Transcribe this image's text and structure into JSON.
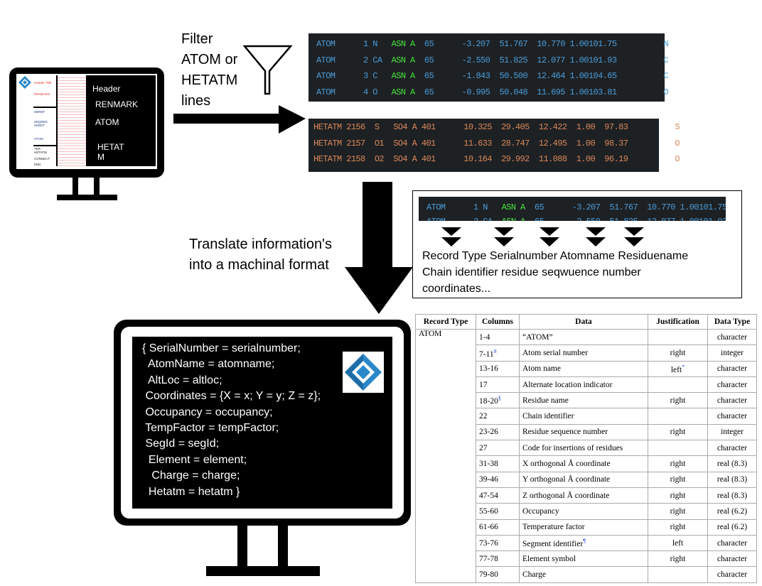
{
  "pdb_mini": {
    "sections": [
      "Header Title",
      "RENMARK",
      "DBREF",
      "SEQRES SHEET",
      "ATOM",
      "TER HETATM",
      "CONNECT",
      "END"
    ],
    "labels": [
      "Header",
      "RENMARK",
      "ATOM",
      "HETAT",
      "M"
    ]
  },
  "filter_label": [
    "Filter",
    "ATOM or",
    "HETATM",
    "lines"
  ],
  "atom_lines": [
    {
      "rec": "ATOM",
      "serial": "1",
      "name": "N",
      "res": "ASN A",
      "seq": "65",
      "x": "-3.207",
      "y": "51.767",
      "z": "10.770",
      "occ_b": "1.00101.75",
      "el": "N"
    },
    {
      "rec": "ATOM",
      "serial": "2",
      "name": "CA",
      "res": "ASN A",
      "seq": "65",
      "x": "-2.550",
      "y": "51.825",
      "z": "12.077",
      "occ_b": "1.00101.93",
      "el": "C"
    },
    {
      "rec": "ATOM",
      "serial": "3",
      "name": "C",
      "res": "ASN A",
      "seq": "65",
      "x": "-1.843",
      "y": "50.500",
      "z": "12.464",
      "occ_b": "1.00104.65",
      "el": "C"
    },
    {
      "rec": "ATOM",
      "serial": "4",
      "name": "O",
      "res": "ASN A",
      "seq": "65",
      "x": "-0.995",
      "y": "50.048",
      "z": "11.695",
      "occ_b": "1.00103.81",
      "el": "O"
    }
  ],
  "hetatm_lines": [
    {
      "rec": "HETATM",
      "serial": "2156",
      "name": "S",
      "res": "SO4 A 401",
      "x": "10.325",
      "y": "29.405",
      "z": "12.422",
      "occ": "1.00",
      "b": "97.83",
      "el": "S"
    },
    {
      "rec": "HETATM",
      "serial": "2157",
      "name": "O1",
      "res": "SO4 A 401",
      "x": "11.633",
      "y": "28.747",
      "z": "12.495",
      "occ": "1.00",
      "b": "98.37",
      "el": "O"
    },
    {
      "rec": "HETATM",
      "serial": "2158",
      "name": "O2",
      "res": "SO4 A 401",
      "x": "10.164",
      "y": "29.992",
      "z": "11.088",
      "occ": "1.00",
      "b": "96.19",
      "el": "O"
    }
  ],
  "translate_label": [
    "Translate information's",
    "into a machinal format"
  ],
  "record_box": {
    "text_lines": [
      "Record Type Serialnumber Atomname Residuename",
      "Chain identifier residue seqwuence number",
      "coordinates..."
    ]
  },
  "code_lines": [
    "{ SerialNumber = serialnumber;",
    "  AtomName = atomname;",
    "  AltLoc = altloc;",
    " Coordinates = {X = x; Y = y; Z = z};",
    " Occupancy = occupancy;",
    " TempFactor = tempFactor;",
    " SegId = segId;",
    "  Element = element;",
    "   Charge = charge;",
    "  Hetatm = hetatm }"
  ],
  "spec_table": {
    "headers": [
      "Record Type",
      "Columns",
      "Data",
      "Justification",
      "Data Type"
    ],
    "record_type": "ATOM",
    "rows": [
      {
        "cols": "1-4",
        "mark": "",
        "data": "“ATOM”",
        "dmark": "",
        "just": "",
        "jmark": "",
        "type": "character"
      },
      {
        "cols": "7-11",
        "mark": "#",
        "data": "Atom serial number",
        "dmark": "",
        "just": "right",
        "jmark": "",
        "type": "integer"
      },
      {
        "cols": "13-16",
        "mark": "",
        "data": "Atom name",
        "dmark": "",
        "just": "left",
        "jmark": "*",
        "type": "character"
      },
      {
        "cols": "17",
        "mark": "",
        "data": "Alternate location indicator",
        "dmark": "",
        "just": "",
        "jmark": "",
        "type": "character"
      },
      {
        "cols": "18-20",
        "mark": "§",
        "data": "Residue name",
        "dmark": "",
        "just": "right",
        "jmark": "",
        "type": "character"
      },
      {
        "cols": "22",
        "mark": "",
        "data": "Chain identifier",
        "dmark": "",
        "just": "",
        "jmark": "",
        "type": "character"
      },
      {
        "cols": "23-26",
        "mark": "",
        "data": "Residue sequence number",
        "dmark": "",
        "just": "right",
        "jmark": "",
        "type": "integer"
      },
      {
        "cols": "27",
        "mark": "",
        "data": "Code for insertions of residues",
        "dmark": "",
        "just": "",
        "jmark": "",
        "type": "character"
      },
      {
        "cols": "31-38",
        "mark": "",
        "data": "X orthogonal Å coordinate",
        "dmark": "",
        "just": "right",
        "jmark": "",
        "type": "real (8.3)"
      },
      {
        "cols": "39-46",
        "mark": "",
        "data": "Y orthogonal Å coordinate",
        "dmark": "",
        "just": "right",
        "jmark": "",
        "type": "real (8.3)"
      },
      {
        "cols": "47-54",
        "mark": "",
        "data": "Z orthogonal Å coordinate",
        "dmark": "",
        "just": "right",
        "jmark": "",
        "type": "real (8.3)"
      },
      {
        "cols": "55-60",
        "mark": "",
        "data": "Occupancy",
        "dmark": "",
        "just": "right",
        "jmark": "",
        "type": "real (6.2)"
      },
      {
        "cols": "61-66",
        "mark": "",
        "data": "Temperature factor",
        "dmark": "",
        "just": "right",
        "jmark": "",
        "type": "real (6.2)"
      },
      {
        "cols": "73-76",
        "mark": "",
        "data": "Segment identifier",
        "dmark": "¶",
        "just": "left",
        "jmark": "",
        "type": "character"
      },
      {
        "cols": "77-78",
        "mark": "",
        "data": "Element symbol",
        "dmark": "",
        "just": "right",
        "jmark": "",
        "type": "character"
      },
      {
        "cols": "79-80",
        "mark": "",
        "data": "Charge",
        "dmark": "",
        "just": "",
        "jmark": "",
        "type": "character"
      }
    ]
  },
  "colors": {
    "record_blue": "#4a9bd8",
    "residue_green": "#45e23c",
    "hetatm_orange": "#d8875a",
    "code_bg": "#1e2124",
    "logo_blue": "#2b88c8"
  }
}
